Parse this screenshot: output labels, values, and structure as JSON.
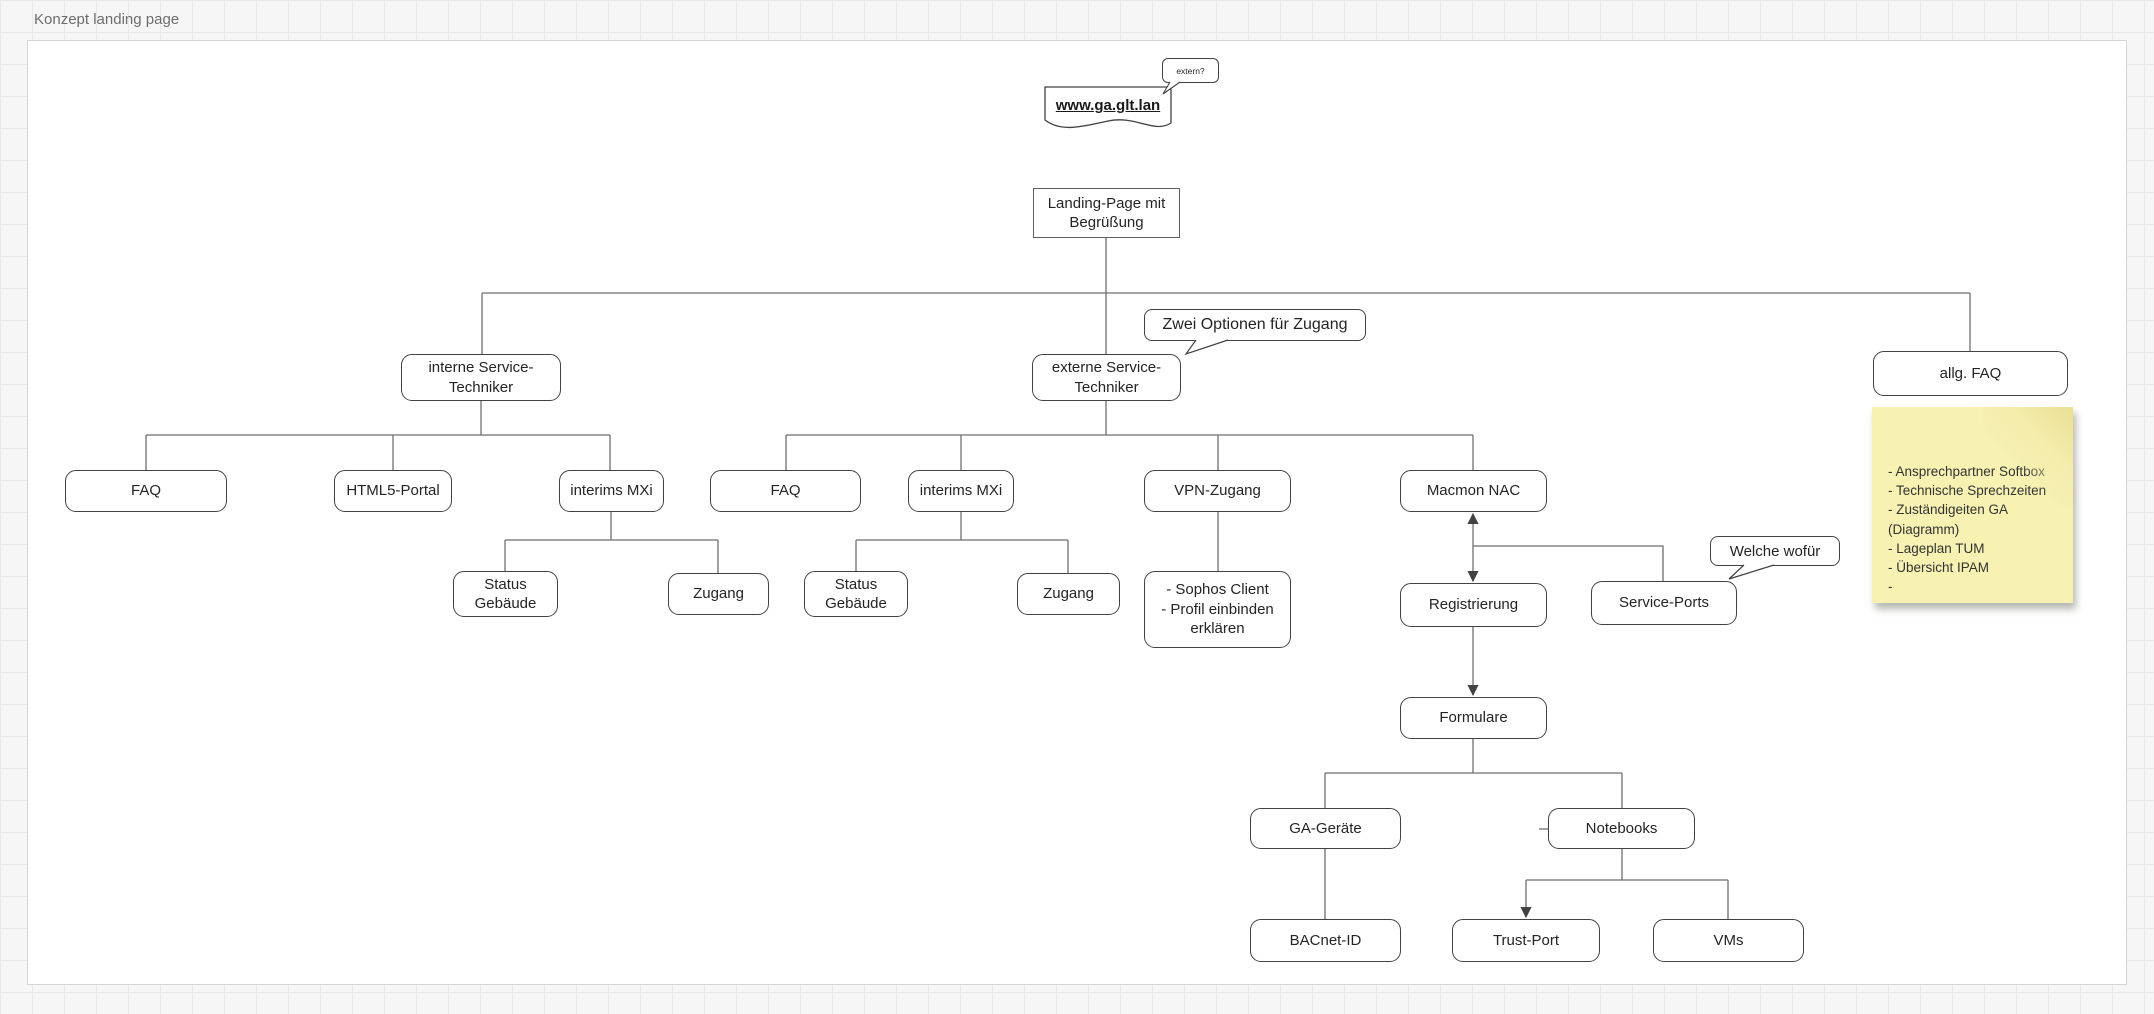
{
  "title": "Konzept landing page",
  "bubble": {
    "label": "extern?"
  },
  "url_doc": {
    "label": "www.ga.glt.lan"
  },
  "callouts": {
    "zwei_optionen": "Zwei Optionen für Zugang",
    "welche_wofuer": "Welche wofür"
  },
  "nodes": {
    "landing": "Landing-Page mit\nBegrüßung",
    "interne": "interne Service-\nTechniker",
    "externe": "externe Service-\nTechniker",
    "allg_faq": "allg. FAQ",
    "faq_int": "FAQ",
    "html5_portal": "HTML5-Portal",
    "mxi_int": "interims MXi",
    "status_int": "Status\nGebäude",
    "zugang_int": "Zugang",
    "faq_ext": "FAQ",
    "mxi_ext": "interims MXi",
    "status_ext": "Status\nGebäude",
    "zugang_ext": "Zugang",
    "vpn": "VPN-Zugang",
    "sophos": "- Sophos Client\n- Profil einbinden\nerklären",
    "macmon": "Macmon NAC",
    "registrierung": "Registrierung",
    "service_ports": "Service-Ports",
    "formulare": "Formulare",
    "ga_geraete": "GA-Geräte",
    "notebooks": "Notebooks",
    "bacnet": "BACnet-ID",
    "trust_port": "Trust-Port",
    "vms": "VMs"
  },
  "note": {
    "text": "- Ansprechpartner Softbox\n- Technische Sprechzeiten\n- Zuständigeiten GA\n(Diagramm)\n- Lageplan TUM\n- Übersicht IPAM\n-"
  },
  "colors": {
    "edge": "#6e6e6e",
    "node_border": "#424242",
    "note_bg": "#f7f1b2",
    "canvas_bg": "#f6f6f6",
    "page_bg": "#ffffff"
  }
}
